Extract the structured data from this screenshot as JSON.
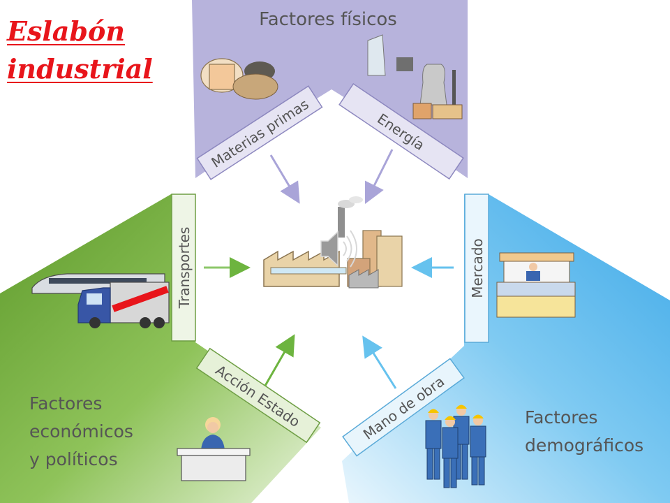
{
  "title": {
    "line1": "Eslabón",
    "line2": "industrial"
  },
  "colors": {
    "title": "#e8151b",
    "physical_panel": "#b7b3dc",
    "economic_panel": "#7fb64a",
    "demographic_panel": "#5bb8ea",
    "label_text": "#555555"
  },
  "groups": {
    "physical": {
      "title": "Factores físicos"
    },
    "economic": {
      "line1": "Factores",
      "line2": "económicos",
      "line3": "y políticos"
    },
    "demographic": {
      "line1": "Factores",
      "line2": "demográficos"
    }
  },
  "tabs": {
    "raw_materials": "Materias primas",
    "energy": "Energía",
    "transport": "Transportes",
    "market": "Mercado",
    "state_action": "Acción Estado",
    "labor": "Mano de obra"
  },
  "icons": {
    "center": "factory-icon",
    "audio": "speaker-icon",
    "raw_materials": "raw-materials-icon",
    "energy": "power-plant-icon",
    "transport": "train-truck-icon",
    "market": "market-stall-icon",
    "state_action": "official-desk-icon",
    "labor": "workers-icon"
  }
}
